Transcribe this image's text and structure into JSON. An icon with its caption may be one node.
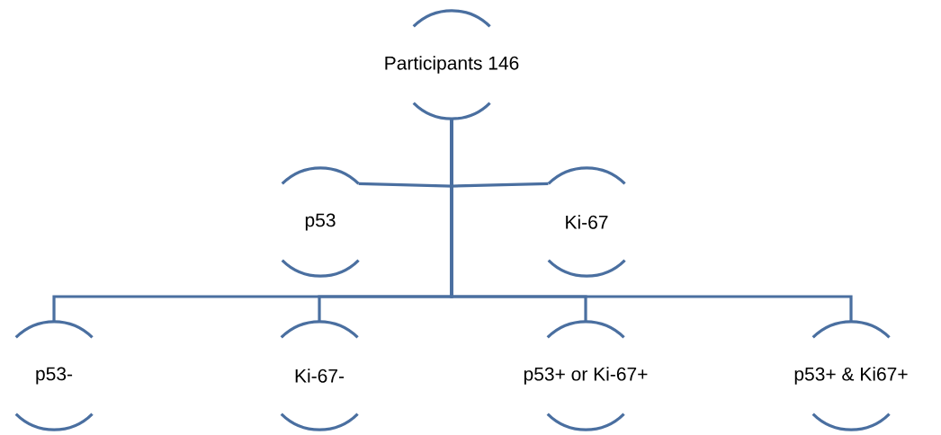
{
  "diagram": {
    "nodes": [
      {
        "text": [
          "Participants 146"
        ]
      },
      {
        "text": [
          "p53"
        ]
      },
      {
        "text": [
          "Ki-67"
        ]
      },
      {
        "text": [
          "p53-"
        ]
      },
      {
        "text": [
          "Ki-67-"
        ]
      },
      {
        "text": [
          "p53+ or Ki-67+"
        ]
      },
      {
        "text": [
          "p53+ & Ki67+"
        ]
      }
    ],
    "edges": [
      {
        "from": 0,
        "to": 1,
        "arrow": "none"
      },
      {
        "from": 0,
        "to": 2,
        "arrow": "none"
      },
      {
        "from": 0,
        "to": 3,
        "arrow": "none"
      },
      {
        "from": 0,
        "to": 4,
        "arrow": "none"
      },
      {
        "from": 0,
        "to": 5,
        "arrow": "none"
      },
      {
        "from": 0,
        "to": 6,
        "arrow": "none"
      }
    ]
  }
}
